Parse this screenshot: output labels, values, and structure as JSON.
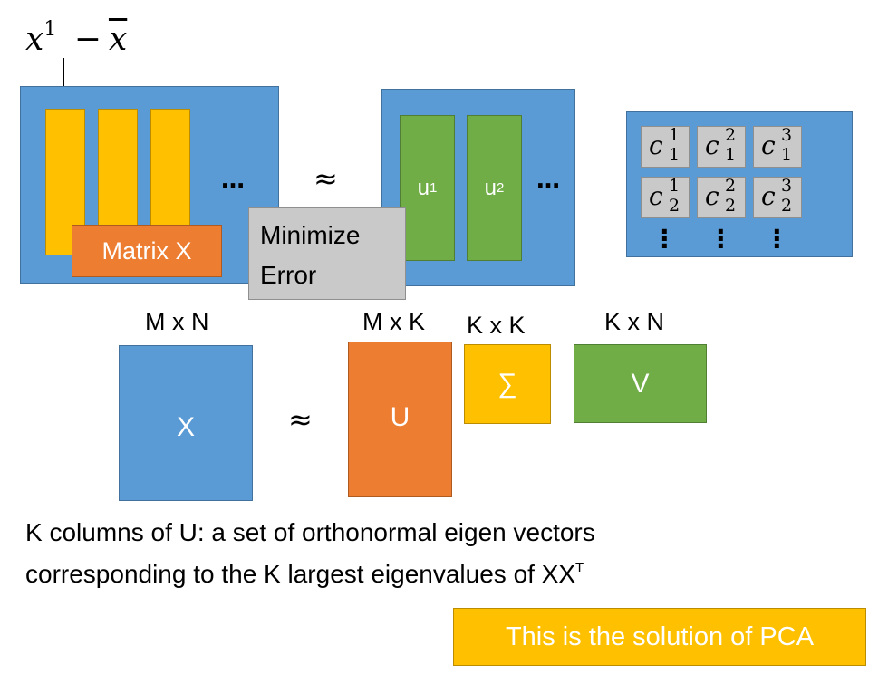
{
  "top_label": {
    "var": "x",
    "sup": "1",
    "minus": "−",
    "xbar": "x"
  },
  "matrix_x": {
    "ellipsis": "…",
    "label": "Matrix X"
  },
  "approx1": "≈",
  "minimize_error": {
    "line1": "Minimize",
    "line2": "Error"
  },
  "u_vectors": {
    "u1_base": "u",
    "u1_sup": "1",
    "u2_base": "u",
    "u2_sup": "2",
    "ellipsis": "…"
  },
  "coeffs": {
    "base": "c",
    "rows": [
      [
        {
          "sup": "1",
          "sub": "1"
        },
        {
          "sup": "2",
          "sub": "1"
        },
        {
          "sup": "3",
          "sub": "1"
        }
      ],
      [
        {
          "sup": "1",
          "sub": "2"
        },
        {
          "sup": "2",
          "sub": "2"
        },
        {
          "sup": "3",
          "sub": "2"
        }
      ]
    ]
  },
  "svd": {
    "dim_x": "M x N",
    "dim_u": "M x K",
    "dim_sigma": "K x K",
    "dim_v": "K x N",
    "x_label": "X",
    "approx": "≈",
    "u_label": "U",
    "sigma_label": "∑",
    "v_label": "V"
  },
  "description": {
    "line1": "K columns of U: a set of orthonormal eigen vectors",
    "line2": "corresponding to the K largest eigenvalues of XX",
    "line2_sup": "T"
  },
  "solution_banner": "This is the solution of PCA"
}
